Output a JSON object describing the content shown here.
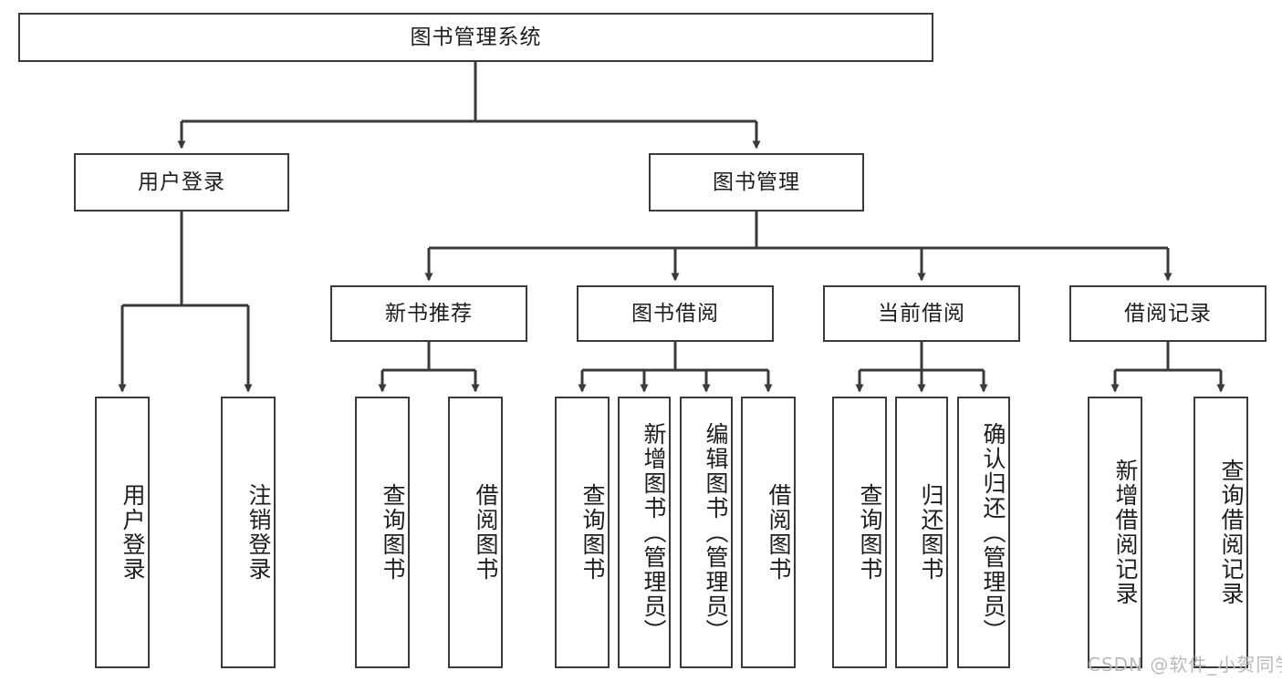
{
  "diagram": {
    "title": "图书管理系统",
    "type": "tree-hierarchy-chart",
    "root": {
      "label": "图书管理系统"
    },
    "level2": [
      {
        "label": "用户登录"
      },
      {
        "label": "图书管理"
      }
    ],
    "level3": [
      {
        "label": "新书推荐"
      },
      {
        "label": "图书借阅"
      },
      {
        "label": "当前借阅"
      },
      {
        "label": "借阅记录"
      }
    ],
    "leaves": {
      "user_login": [
        {
          "label": "用户登录"
        },
        {
          "label": "注销登录"
        }
      ],
      "new_book_recommend": [
        {
          "label": "查询图书"
        },
        {
          "label": "借阅图书"
        }
      ],
      "book_borrow": [
        {
          "label": "查询图书"
        },
        {
          "label": "新增图书（管理员）"
        },
        {
          "label": "编辑图书（管理员）"
        },
        {
          "label": "借阅图书"
        }
      ],
      "current_borrow": [
        {
          "label": "查询图书"
        },
        {
          "label": "归还图书"
        },
        {
          "label": "确认归还（管理员）"
        }
      ],
      "borrow_record": [
        {
          "label": "新增借阅记录"
        },
        {
          "label": "查询借阅记录"
        }
      ]
    }
  },
  "watermark": {
    "text": "CSDN @软件_小贺同学"
  },
  "colors": {
    "box_border": "#3a3a3a",
    "connector": "#3a3a3a",
    "text": "#1d1d1d",
    "background": "#ffffff",
    "watermark": "#b9b9b9"
  }
}
